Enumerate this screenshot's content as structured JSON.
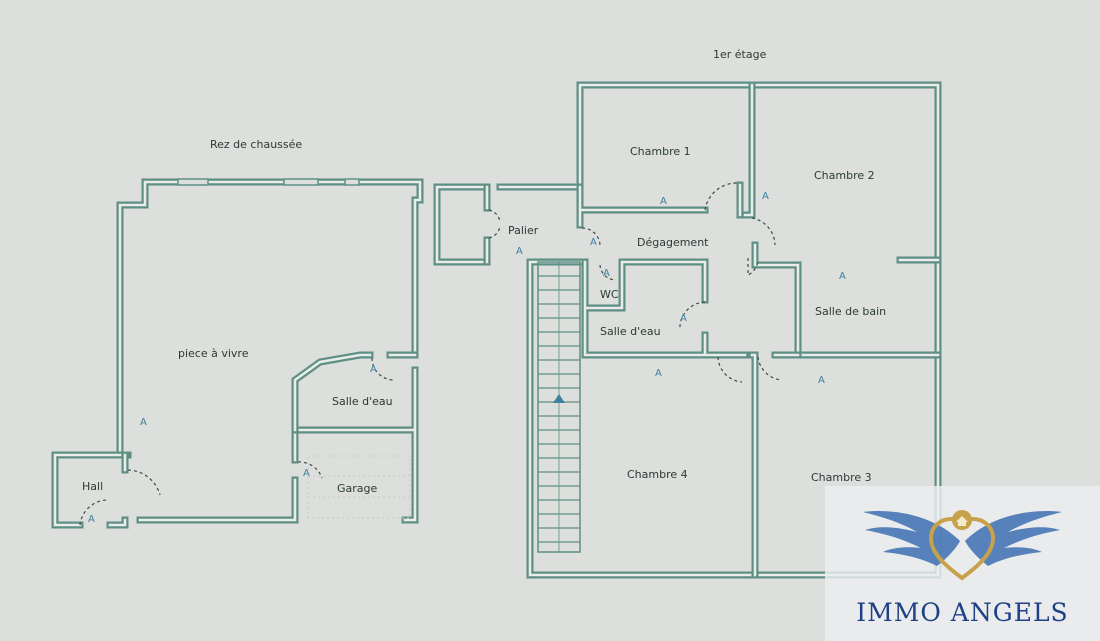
{
  "floors": {
    "ground": {
      "title": "Rez de chaussée",
      "rooms": {
        "living": "piece à vivre",
        "bath": "Salle d'eau",
        "garage": "Garage",
        "hall": "Hall"
      }
    },
    "upper": {
      "title": "1er étage",
      "rooms": {
        "chambre1": "Chambre 1",
        "chambre2": "Chambre 2",
        "chambre3": "Chambre 3",
        "chambre4": "Chambre 4",
        "palier": "Palier",
        "degagement": "Dégagement",
        "wc": "WC",
        "salle_eau": "Salle d'eau",
        "salle_bain": "Salle de bain"
      }
    }
  },
  "marker": "A",
  "brand": {
    "name": "IMMO ANGELS",
    "colors": {
      "navy": "#1f3f86",
      "gold": "#c8a24a",
      "wing": "#3d6fb0"
    }
  },
  "colors": {
    "wall": "#5e8f84",
    "paper": "#dcdfdb",
    "marker": "#3f7fa0"
  }
}
